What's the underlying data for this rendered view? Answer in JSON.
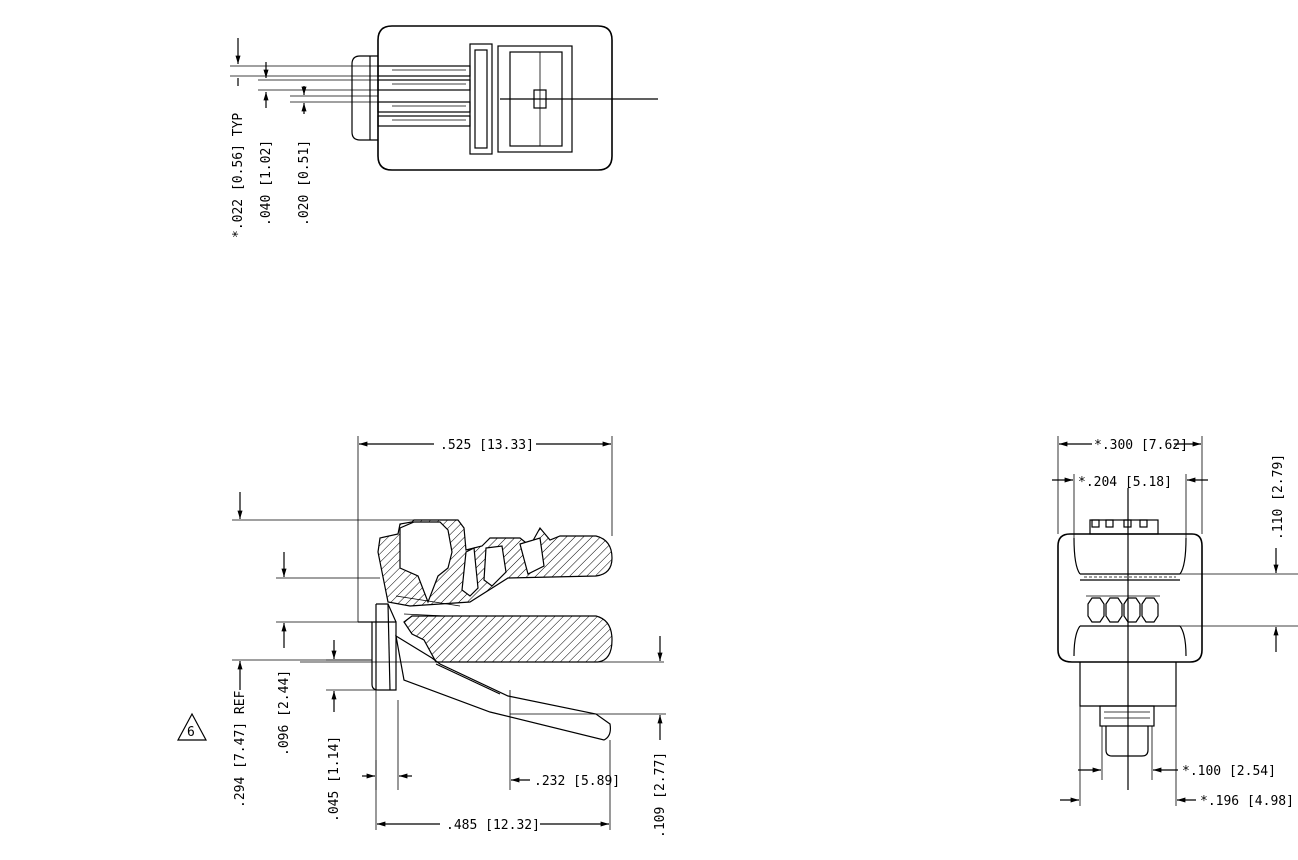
{
  "top_view": {
    "dims": {
      "contact_width": "*.022 [0.56] TYP",
      "contact_pitch": ".040 [1.02]",
      "contact_gap": ".020 [0.51]"
    }
  },
  "side_view": {
    "dims": {
      "overall_length": ".525 [13.33]",
      "latch_length": ".485 [12.32]",
      "height_ref": ".294 [7.47] REF",
      "latch_offset": ".096 [2.44]",
      "latch_thickness": ".045 [1.14]",
      "latch_tip": ".232 [5.89]",
      "latch_drop": ".109 [2.77]"
    },
    "note_flag": "6"
  },
  "front_view": {
    "dims": {
      "outer_width": "*.300 [7.62]",
      "inner_width": "*.204 [5.18]",
      "height": ".110 [2.79]",
      "latch_width": "*.100 [2.54]",
      "base_width": "*.196 [4.98]"
    }
  }
}
